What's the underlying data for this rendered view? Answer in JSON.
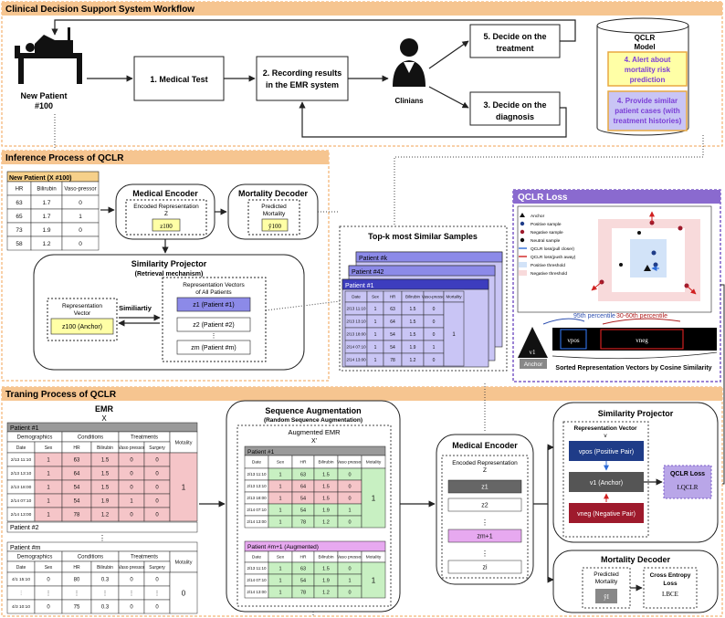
{
  "workflow": {
    "title": "Clinical Decision Support System Workflow",
    "patient_label_1": "New Patient",
    "patient_label_2": "#100",
    "step1": "1. Medical Test",
    "step2_l1": "2. Recording results",
    "step2_l2": "in the EMR system",
    "step3_l1": "3. Decide on the",
    "step3_l2": "diagnosis",
    "step5_l1": "5. Decide on the",
    "step5_l2": "treatment",
    "clinicians": "Clinians",
    "model_title_1": "QCLR",
    "model_title_2": "Model",
    "alert_l1": "4. Alert about",
    "alert_l2": "mortality risk",
    "alert_l3": "prediction",
    "similar_l1": "4. Provide similar",
    "similar_l2": "patient cases (with",
    "similar_l3": "treatment histories)"
  },
  "inference": {
    "title": "Inference Process of QCLR",
    "new_patient_title": "New Patient (X #100)",
    "headers": [
      "HR",
      "Bilirubin",
      "Vaso-pressor"
    ],
    "rows": [
      [
        "63",
        "1.7",
        "0"
      ],
      [
        "65",
        "1.7",
        "1"
      ],
      [
        "73",
        "1.9",
        "0"
      ],
      [
        "58",
        "1.2",
        "0"
      ]
    ],
    "encoder_title": "Medical Encoder",
    "encoded_l1": "Encoded Representation",
    "encoded_l2": "Z",
    "z100": "z100",
    "decoder_title": "Mortality Decoder",
    "pred_l1": "Predicted",
    "pred_l2": "Mortality",
    "y100": "ŷ100",
    "projector_title": "Similarity Projector",
    "projector_sub": "(Retrieval mechanism)",
    "rep_l1": "Representation",
    "rep_l2": "Vector",
    "anchor": "z100 (Anchor)",
    "similarity": "Similiartiy",
    "all_l1": "Representation Vectors",
    "all_l2": "of All Patients",
    "z1": "z1 (Patient #1)",
    "z2": "z2 (Patient #2)",
    "zm": "zm (Patient #m)",
    "topk_title": "Top-k most Similar Samples",
    "pk": "Patient #k",
    "p42": "Patient #42",
    "p1": "Patient #1",
    "topk_headers": [
      "Date",
      "Sex",
      "HR",
      "Bilirubin",
      "Vaso-pressor",
      "Mortality"
    ],
    "topk_dates": [
      "2/13 11:10",
      "2/13 13:10",
      "2/13 18:00",
      "2/14 07:10",
      "2/14 13:00"
    ],
    "topk_hr": [
      "63",
      "64",
      "54",
      "54",
      "78"
    ],
    "topk_bili": [
      "1.5",
      "1.5",
      "1.5",
      "1.9",
      "1.2"
    ],
    "topk_vaso": [
      "0",
      "0",
      "0",
      "1",
      "0"
    ],
    "topk_sex": "1",
    "topk_mort": "1"
  },
  "loss": {
    "title": "QCLR Loss",
    "legend": [
      "Anchor",
      "Positive sample",
      "Negative sample",
      "Neutral sample",
      "QCLR loss(pull closer)",
      "QCLR loss(push away)",
      "Positive threshold",
      "Negative threshold"
    ],
    "p95": "95th percentile",
    "p3060": "30-60th percentile",
    "v1": "v1",
    "vpos": "vpos",
    "vneg": "vneg",
    "anchor": "Anchor",
    "sorted": "Sorted Representation Vectors by Cosine Similarity"
  },
  "training": {
    "title": "Traning Process of QCLR",
    "emr_l1": "EMR",
    "emr_l2": "X",
    "p1": "Patient #1",
    "p2": "Patient #2",
    "pm": "Patient #m",
    "demographics": "Demographics",
    "conditions": "Conditions",
    "treatments": "Treatments",
    "mortality": "Motality",
    "cols": [
      "Date",
      "Sex",
      "HR",
      "Bilirubin",
      "Vaso pressor",
      "Surgery"
    ],
    "rows1": [
      [
        "2/13 11:10",
        "1",
        "63",
        "1.5",
        "0",
        "0"
      ],
      [
        "2/13 13:10",
        "1",
        "64",
        "1.5",
        "0",
        "0"
      ],
      [
        "2/13 18:00",
        "1",
        "54",
        "1.5",
        "0",
        "0"
      ],
      [
        "2/14 07:10",
        "1",
        "54",
        "1.9",
        "1",
        "0"
      ],
      [
        "2/14 13:00",
        "1",
        "78",
        "1.2",
        "0",
        "0"
      ]
    ],
    "mort1": "1",
    "rowsm": [
      [
        "4/1 15:10",
        "0",
        "80",
        "0.3",
        "0",
        "0"
      ],
      [
        "⋮",
        "⋮",
        "⋮",
        "⋮",
        "⋮",
        "⋮"
      ],
      [
        "4/3 10:10",
        "0",
        "75",
        "0.3",
        "0",
        "0"
      ]
    ],
    "mortm": "0",
    "aug_title": "Sequence Augmentation",
    "aug_sub": "(Random Sequence Augmentation)",
    "aug_emr_l1": "Augmented EMR",
    "aug_emr_l2": "X'",
    "aug_cols": [
      "Date",
      "Sex",
      "HR",
      "Bilirubin",
      "Vaso pressor",
      "Motality"
    ],
    "aug_rows1": [
      [
        "2/13 11:10",
        "1",
        "63",
        "1.5",
        "0"
      ],
      [
        "2/13 13:10",
        "1",
        "64",
        "1.5",
        "0"
      ],
      [
        "2/13 18:00",
        "1",
        "54",
        "1.5",
        "0"
      ],
      [
        "2/14 07:10",
        "1",
        "54",
        "1.9",
        "1"
      ],
      [
        "2/14 13:00",
        "1",
        "78",
        "1.2",
        "0"
      ]
    ],
    "aug_mort1": "1",
    "aug_p": "Patient #m+1 (Augmented)",
    "aug_rows2": [
      [
        "2/13 11:10",
        "1",
        "63",
        "1.5",
        "0"
      ],
      [
        "2/14 07:10",
        "1",
        "54",
        "1.9",
        "1"
      ],
      [
        "2/14 13:00",
        "1",
        "78",
        "1.2",
        "0"
      ]
    ],
    "aug_mort2": "1",
    "enc_title": "Medical Encoder",
    "enc_l1": "Encoded Representation",
    "enc_l2": "Z",
    "z_items": [
      "z1",
      "z2",
      "⋮",
      "zm+1",
      "⋮",
      "zi"
    ],
    "sp_title": "Similarity Projector",
    "sp_rep_l1": "Representation Vector",
    "sp_rep_l2": "v",
    "vpos": "vpos (Positive Pair)",
    "v1": "v1 (Anchor)",
    "vneg": "vneg (Negative Pair)",
    "qclr_loss_l1": "QCLR Loss",
    "qclr_loss_l2": "LQCLR",
    "md_title": "Mortality Decoder",
    "md_pred_l1": "Predicted",
    "md_pred_l2": "Mortality",
    "md_y": "ŷI",
    "ce_l1": "Cross Entropy",
    "ce_l2": "Loss",
    "ce_l3": "LBCE"
  },
  "colors": {
    "orange": "#F0A050",
    "orange_light": "#FBE3C8",
    "purple": "#7B5CC7",
    "yellow": "#FFFFA6",
    "lavender": "#C9C5F5",
    "green": "#C8F0C2",
    "pink": "#F5C5C8",
    "navy": "#1F3C88",
    "maroon": "#9E1A2C"
  }
}
